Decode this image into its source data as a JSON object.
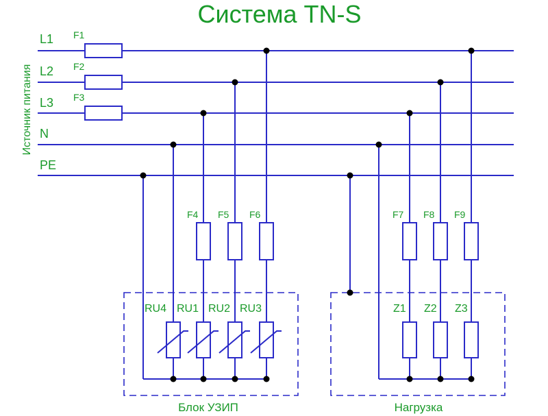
{
  "title": "Система TN-S",
  "source_label": "Источник питания",
  "buses": [
    "L1",
    "L2",
    "L3",
    "N",
    "PE"
  ],
  "input_fuses": [
    "F1",
    "F2",
    "F3"
  ],
  "spd_fuses": [
    "F4",
    "F5",
    "F6"
  ],
  "load_fuses": [
    "F7",
    "F8",
    "F9"
  ],
  "varistors": [
    "RU4",
    "RU1",
    "RU2",
    "RU3"
  ],
  "loads": [
    "Z1",
    "Z2",
    "Z3"
  ],
  "spd_block_label": "Блок УЗИП",
  "load_block_label": "Нагрузка",
  "colors": {
    "wire": "#2a2ac8",
    "text": "#1a9a2a",
    "junction": "#000000"
  }
}
